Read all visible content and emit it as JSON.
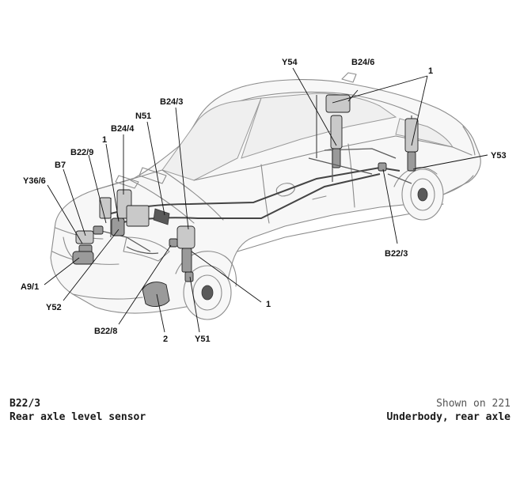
{
  "labels": {
    "y54": "Y54",
    "b24_6": "B24/6",
    "one_top": "1",
    "b24_3": "B24/3",
    "n51": "N51",
    "b24_4": "B24/4",
    "one_left": "1",
    "b22_9": "B22/9",
    "b7": "B7",
    "y36_6": "Y36/6",
    "y53": "Y53",
    "b22_3": "B22/3",
    "a9_1": "A9/1",
    "y52": "Y52",
    "one_right": "1",
    "b22_8": "B22/8",
    "two": "2",
    "y51": "Y51"
  },
  "footer": {
    "code": "B22/3",
    "description": "Rear axle level sensor",
    "shown_on": "Shown on 221",
    "view": "Underbody, rear axle"
  }
}
